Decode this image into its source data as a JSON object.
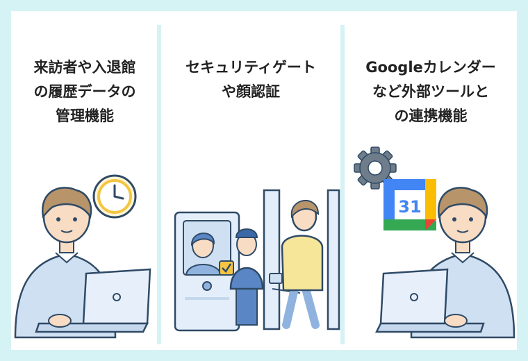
{
  "panels": [
    {
      "heading_lines": [
        "来訪者や入退館",
        "の履歴データの",
        "管理機能"
      ]
    },
    {
      "heading_lines": [
        "セキュリティゲート",
        "や顔認証"
      ]
    },
    {
      "heading_lines": [
        "Googleカレンダー",
        "など外部ツールと",
        "の連携機能"
      ]
    }
  ],
  "calendar_icon": {
    "date_number": "31"
  },
  "icons": [
    "clock-icon",
    "gear-icon",
    "calendar-icon",
    "laptop-icon",
    "checkmark-icon"
  ],
  "colors": {
    "background": "#d5f3f5",
    "card": "#ffffff",
    "accent_blue": "#5b86c5",
    "skin": "#f8dcc4",
    "hair": "#b8946a",
    "shirt": "#cfe0f2",
    "outline": "#2f4a66"
  }
}
